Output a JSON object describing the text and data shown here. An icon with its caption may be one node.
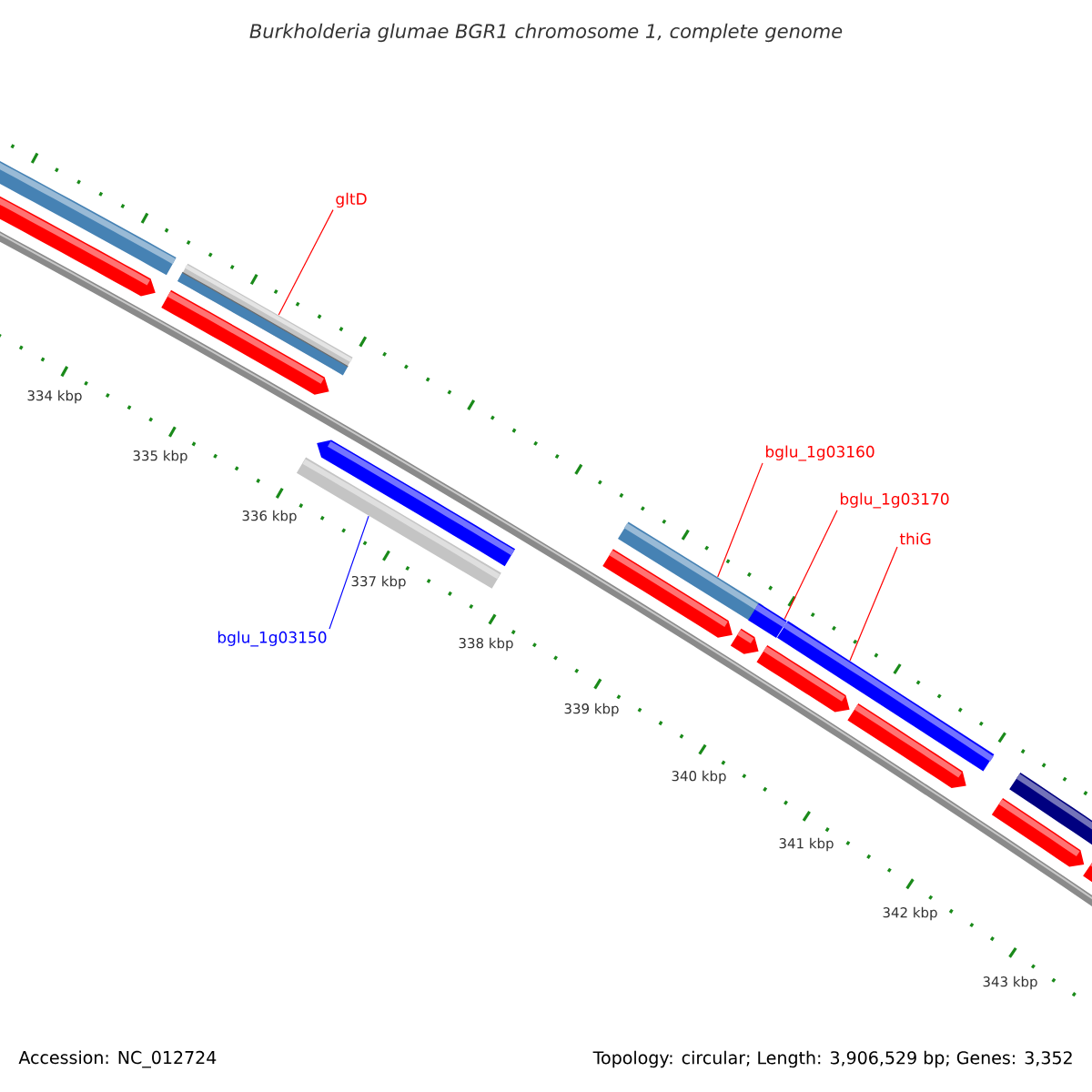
{
  "diagram": {
    "title": "Burkholderia glumae BGR1 chromosome 1, complete genome",
    "nodes": [
      {
        "text": [
          "gltD"
        ]
      },
      {
        "text": [],
        "shape": "bar"
      },
      {
        "text": [
          "bglu_1g03150"
        ]
      },
      {
        "text": [],
        "shape": "bar"
      },
      {
        "text": [
          "bglu_1g03160"
        ]
      },
      {
        "text": [],
        "shape": "bar"
      },
      {
        "text": [
          "bglu_1g03170"
        ]
      },
      {
        "text": [],
        "shape": "bar"
      },
      {
        "text": [
          "thiG"
        ]
      },
      {
        "text": [],
        "shape": "bar"
      }
    ],
    "edges": [
      {
        "from": 0,
        "to": 1,
        "arrow": "none"
      },
      {
        "from": 2,
        "to": 3,
        "arrow": "none",
        "color": "#0000ff"
      },
      {
        "from": 4,
        "to": 5,
        "arrow": "none"
      },
      {
        "from": 6,
        "to": 7,
        "arrow": "none"
      },
      {
        "from": 8,
        "to": 9,
        "arrow": "none"
      }
    ],
    "labels": [
      "334 kbp",
      "335 kbp",
      "336 kbp",
      "337 kbp",
      "338 kbp",
      "339 kbp",
      "340 kbp",
      "341 kbp",
      "342 kbp",
      "343 kbp",
      "Accession: NC_012724",
      "Topology: circular; Length: 3,906,529 bp; Genes: 3,352"
    ]
  }
}
